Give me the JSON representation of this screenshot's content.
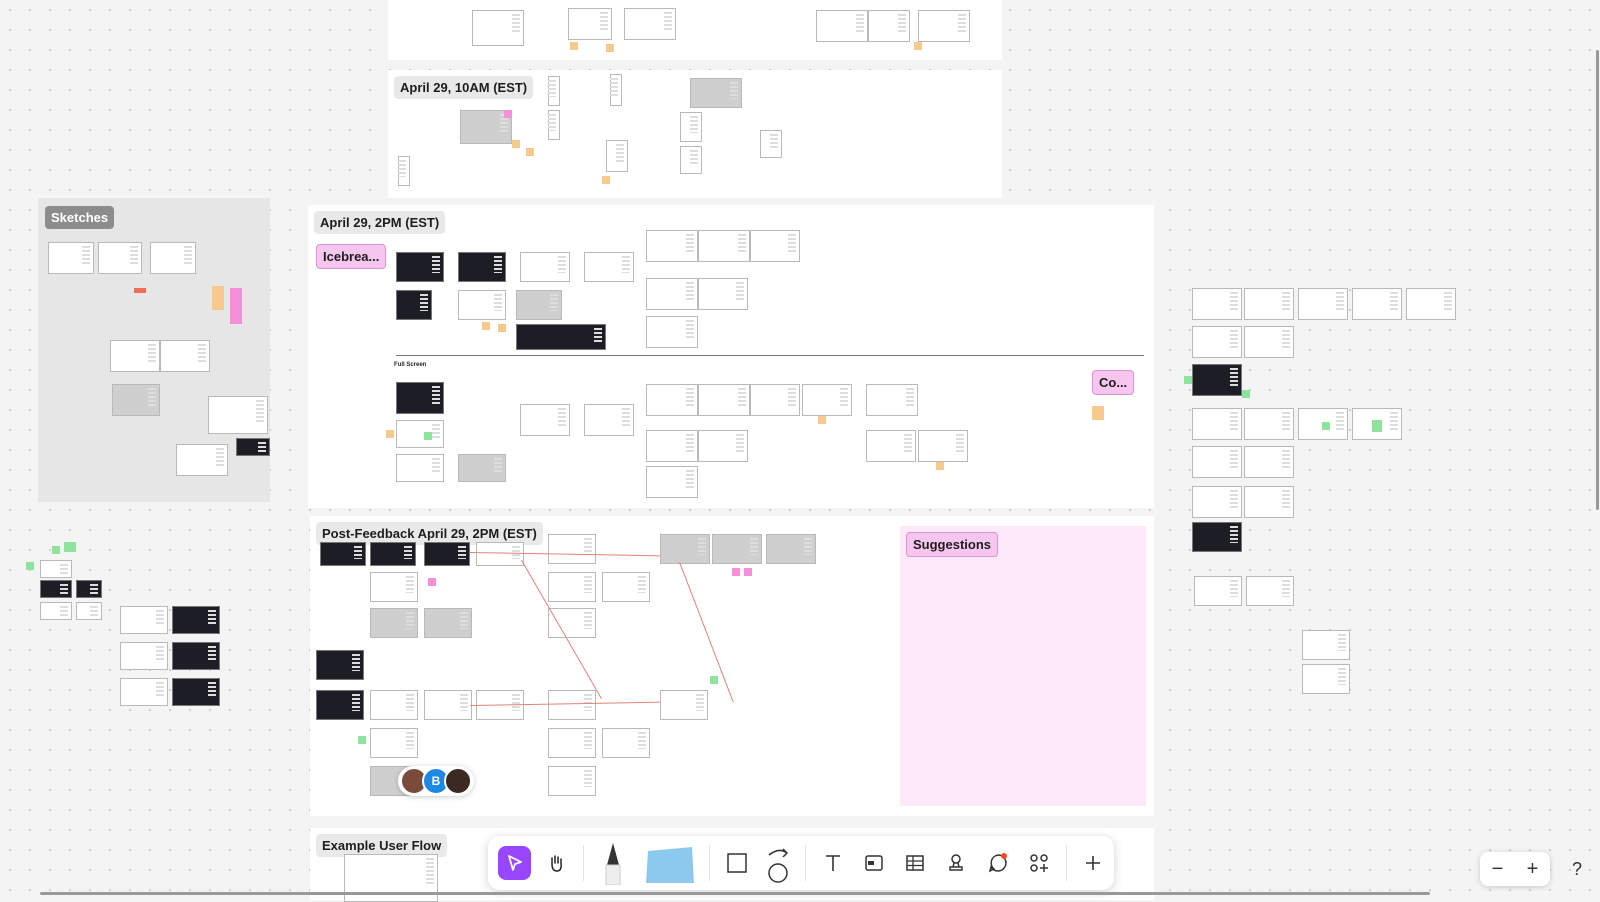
{
  "canvas": {
    "sections": {
      "top_untitled": "",
      "april29_10am": "April 29, 10AM (EST)",
      "sketches": "Sketches",
      "april29_2pm": "April 29, 2PM (EST)",
      "post_feedback": "Post-Feedback April 29, 2PM (EST)",
      "suggestions": "Suggestions",
      "example_user_flow": "Example User Flow"
    },
    "stickies": {
      "icebreaker": "Icebrea...",
      "co": "Co..."
    },
    "subheadings": {
      "full_screen": "Full Screen"
    }
  },
  "collaborators": [
    {
      "name": "photo-avatar-1",
      "initial": ""
    },
    {
      "name": "initial-avatar",
      "initial": "B",
      "color": "#1e88e5"
    },
    {
      "name": "photo-avatar-2",
      "initial": ""
    }
  ],
  "toolbar": {
    "tools": [
      {
        "icon": "move-cursor-icon",
        "active": true
      },
      {
        "icon": "hand-icon",
        "active": false
      },
      {
        "icon": "marker-icon",
        "active": false
      },
      {
        "icon": "sticky-note-icon",
        "active": false
      },
      {
        "icon": "shape-icon",
        "active": false
      },
      {
        "icon": "connector-icon",
        "active": false
      },
      {
        "icon": "text-icon",
        "active": false
      },
      {
        "icon": "section-icon",
        "active": false
      },
      {
        "icon": "table-icon",
        "active": false
      },
      {
        "icon": "stamp-icon",
        "active": false
      },
      {
        "icon": "comment-icon",
        "active": false
      },
      {
        "icon": "widgets-icon",
        "active": false
      },
      {
        "icon": "more-icon",
        "active": false
      }
    ],
    "accent": "#9747ff"
  },
  "zoom": {
    "minus": "−",
    "plus": "+"
  },
  "help": "?"
}
